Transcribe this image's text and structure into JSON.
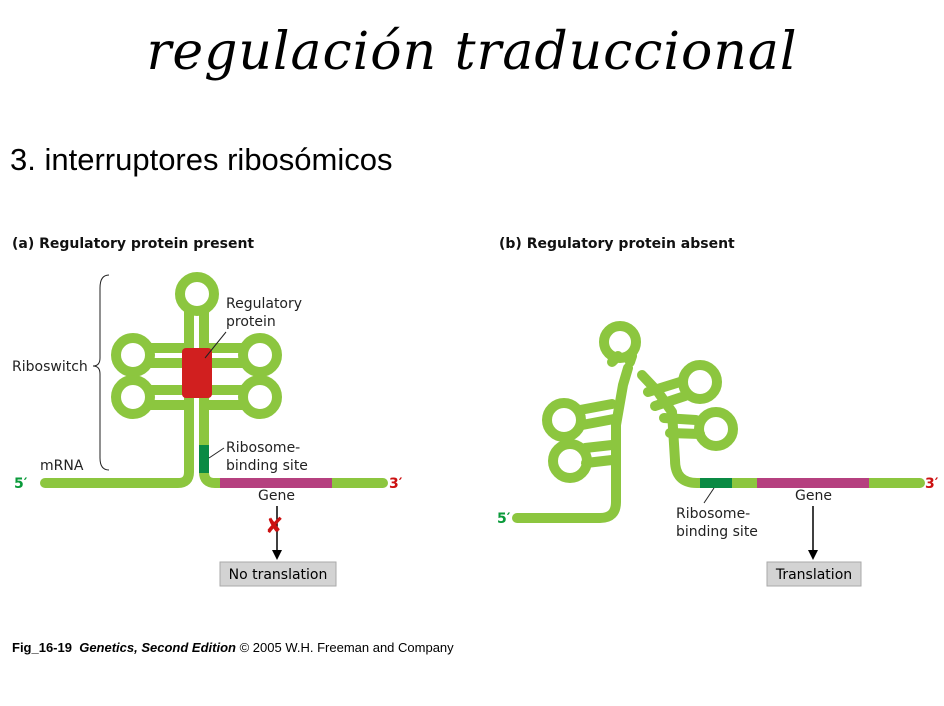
{
  "title": "regulación traduccional",
  "subtitle": "3. interruptores ribosómicos",
  "figure": {
    "panel_a": {
      "header": "(a)  Regulatory protein present",
      "regulatory_protein": [
        "Regulatory",
        "protein"
      ],
      "riboswitch": "Riboswitch",
      "mrna": "mRNA",
      "rbs": [
        "Ribosome-",
        "binding site"
      ],
      "five_prime": "5′",
      "three_prime": "3′",
      "gene": "Gene",
      "blocked_mark": "✘",
      "result": "No translation"
    },
    "panel_b": {
      "header": "(b)  Regulatory protein absent",
      "five_prime": "5′",
      "three_prime": "3′",
      "gene": "Gene",
      "rbs": [
        "Ribosome-",
        "binding site"
      ],
      "result": "Translation"
    },
    "colors": {
      "rna": "#8cc63f",
      "rbs": "#0a8a44",
      "gene": "#b5407f",
      "protein": "#d11f1f",
      "box": "#d3d3d3"
    }
  },
  "caption": {
    "fig": "Fig_16-19",
    "book": "Genetics, Second Edition",
    "rest": "© 2005 W.H. Freeman and Company"
  }
}
